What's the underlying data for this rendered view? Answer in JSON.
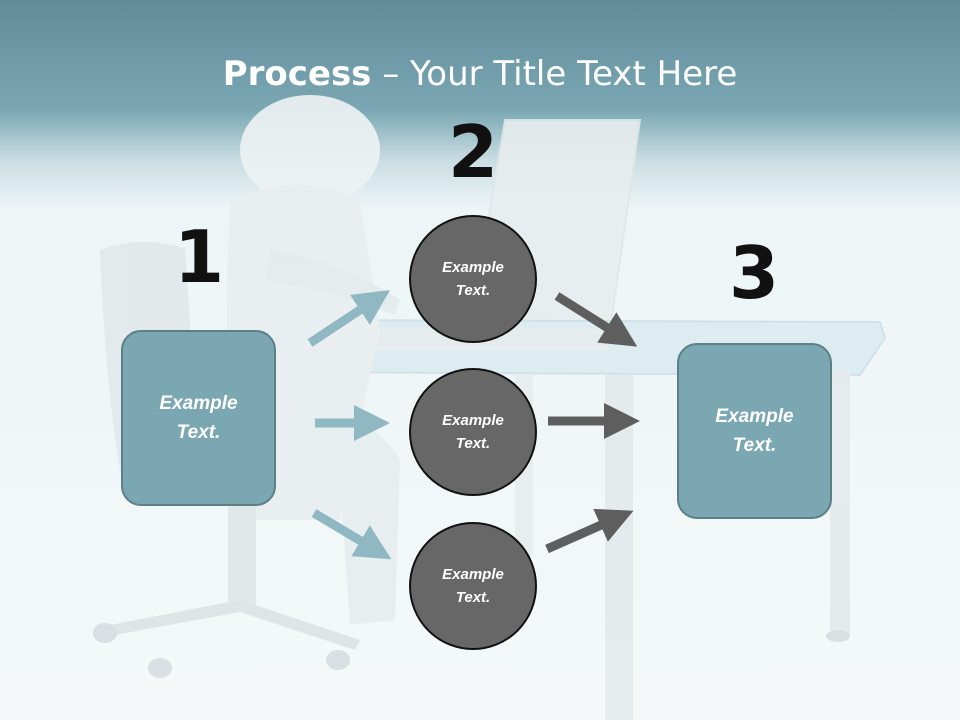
{
  "title": {
    "bold": "Process",
    "rest": " – Your Title Text Here"
  },
  "steps": {
    "one": "1",
    "two": "2",
    "three": "3"
  },
  "left_box": {
    "text": "Example Text."
  },
  "right_box": {
    "text": "Example Text."
  },
  "circles": [
    {
      "text": "Example Text."
    },
    {
      "text": "Example Text."
    },
    {
      "text": "Example Text."
    }
  ],
  "colors": {
    "header": "#6b9aa6",
    "box_fill": "#7ba7b3",
    "circle_fill": "#676767",
    "arrow_in": "#8fb8c3",
    "arrow_out": "#5e5e5e"
  }
}
